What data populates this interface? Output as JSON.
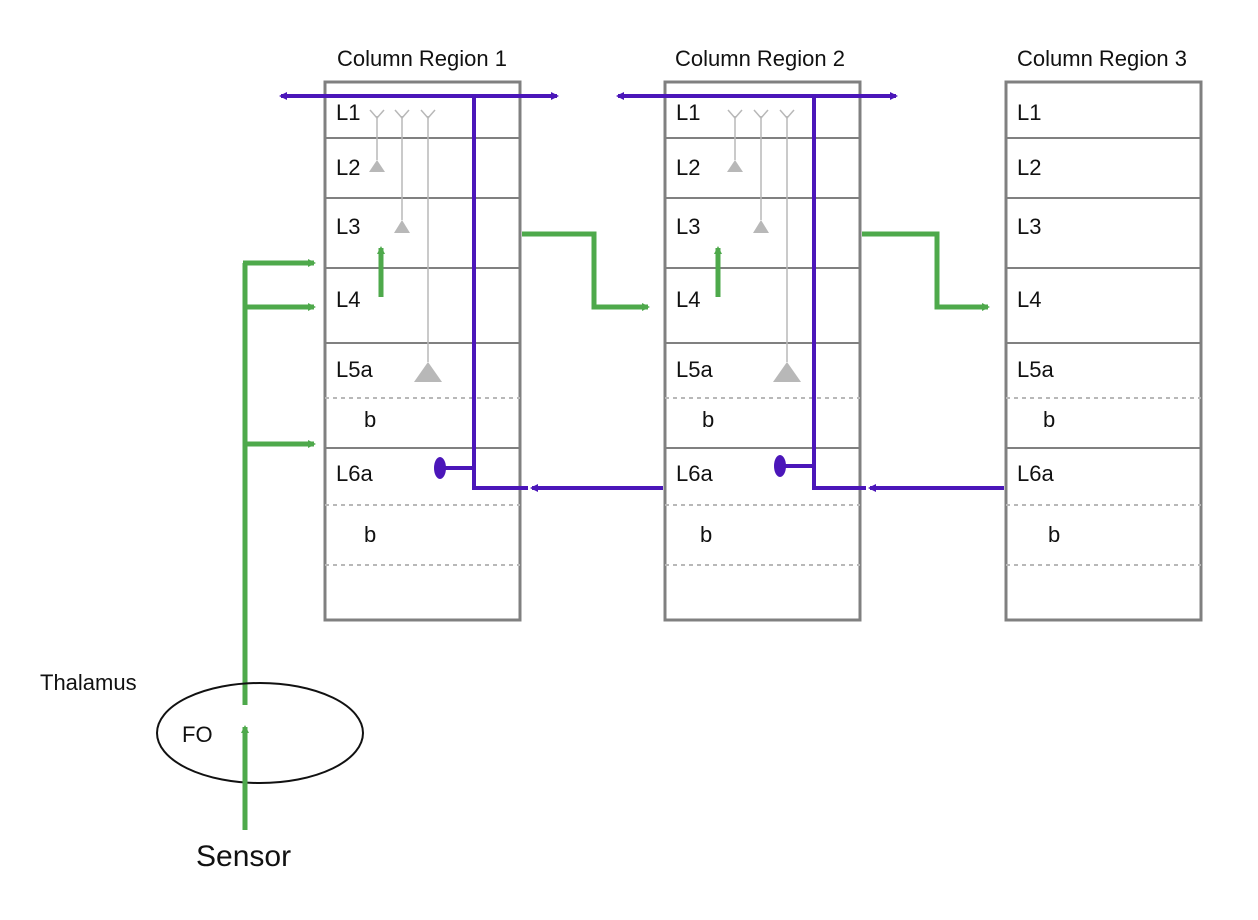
{
  "columns": [
    {
      "title": "Column Region 1",
      "layers": [
        "L1",
        "L2",
        "L3",
        "L4",
        "L5a",
        "b",
        "L6a",
        "b"
      ]
    },
    {
      "title": "Column Region 2",
      "layers": [
        "L1",
        "L2",
        "L3",
        "L4",
        "L5a",
        "b",
        "L6a",
        "b"
      ]
    },
    {
      "title": "Column Region 3",
      "layers": [
        "L1",
        "L2",
        "L3",
        "L4",
        "L5a",
        "b",
        "L6a",
        "b"
      ]
    }
  ],
  "thalamus": {
    "label": "Thalamus",
    "nucleus": "FO"
  },
  "sensor": {
    "label": "Sensor"
  },
  "colors": {
    "feedforward": "#4ea94b",
    "feedback": "#4b16b9",
    "column_border": "#808080",
    "neuron": "#b8b8b8"
  }
}
